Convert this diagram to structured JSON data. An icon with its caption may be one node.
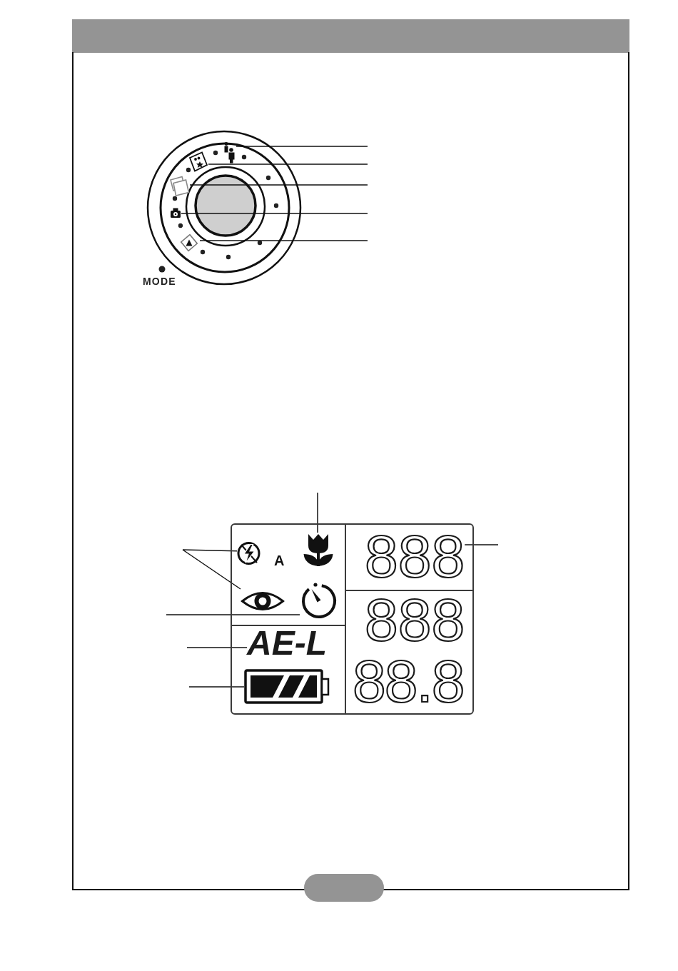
{
  "diagram": {
    "nodes": [
      {
        "text": [],
        "shape": "picture"
      },
      {
        "text": [],
        "shape": "picture"
      },
      {
        "text": [],
        "shape": "picture"
      },
      {
        "text": [],
        "shape": "picture"
      },
      {
        "text": [],
        "shape": "picture"
      },
      {
        "text": [],
        "shape": "box"
      },
      {
        "text": [],
        "shape": "picture",
        "in": 5
      },
      {
        "text": [],
        "shape": "picture",
        "in": 5
      },
      {
        "text": [
          "888"
        ],
        "in": 5
      },
      {
        "text": [],
        "shape": "picture",
        "in": 5
      },
      {
        "text": [],
        "shape": "picture",
        "in": 5
      },
      {
        "text": [
          "AE-L"
        ],
        "in": 5
      },
      {
        "text": [],
        "shape": "picture",
        "in": 5
      }
    ],
    "edges": [
      {
        "from": null,
        "to": 0,
        "arrow": "none"
      },
      {
        "from": null,
        "to": 1,
        "arrow": "none"
      },
      {
        "from": null,
        "to": 2,
        "arrow": "none"
      },
      {
        "from": null,
        "to": 3,
        "arrow": "none"
      },
      {
        "from": null,
        "to": 4,
        "arrow": "none"
      },
      {
        "from": null,
        "to": 7,
        "arrow": "none"
      },
      {
        "from": null,
        "to": 6,
        "arrow": "none"
      },
      {
        "from": null,
        "to": 9,
        "arrow": "none"
      },
      {
        "from": null,
        "to": 8,
        "arrow": "none"
      },
      {
        "from": null,
        "to": 10,
        "arrow": "none"
      },
      {
        "from": null,
        "to": 11,
        "arrow": "none"
      },
      {
        "from": null,
        "to": 12,
        "arrow": "none"
      }
    ],
    "labels": [
      "MODE",
      "A",
      "888",
      "88.8"
    ]
  }
}
